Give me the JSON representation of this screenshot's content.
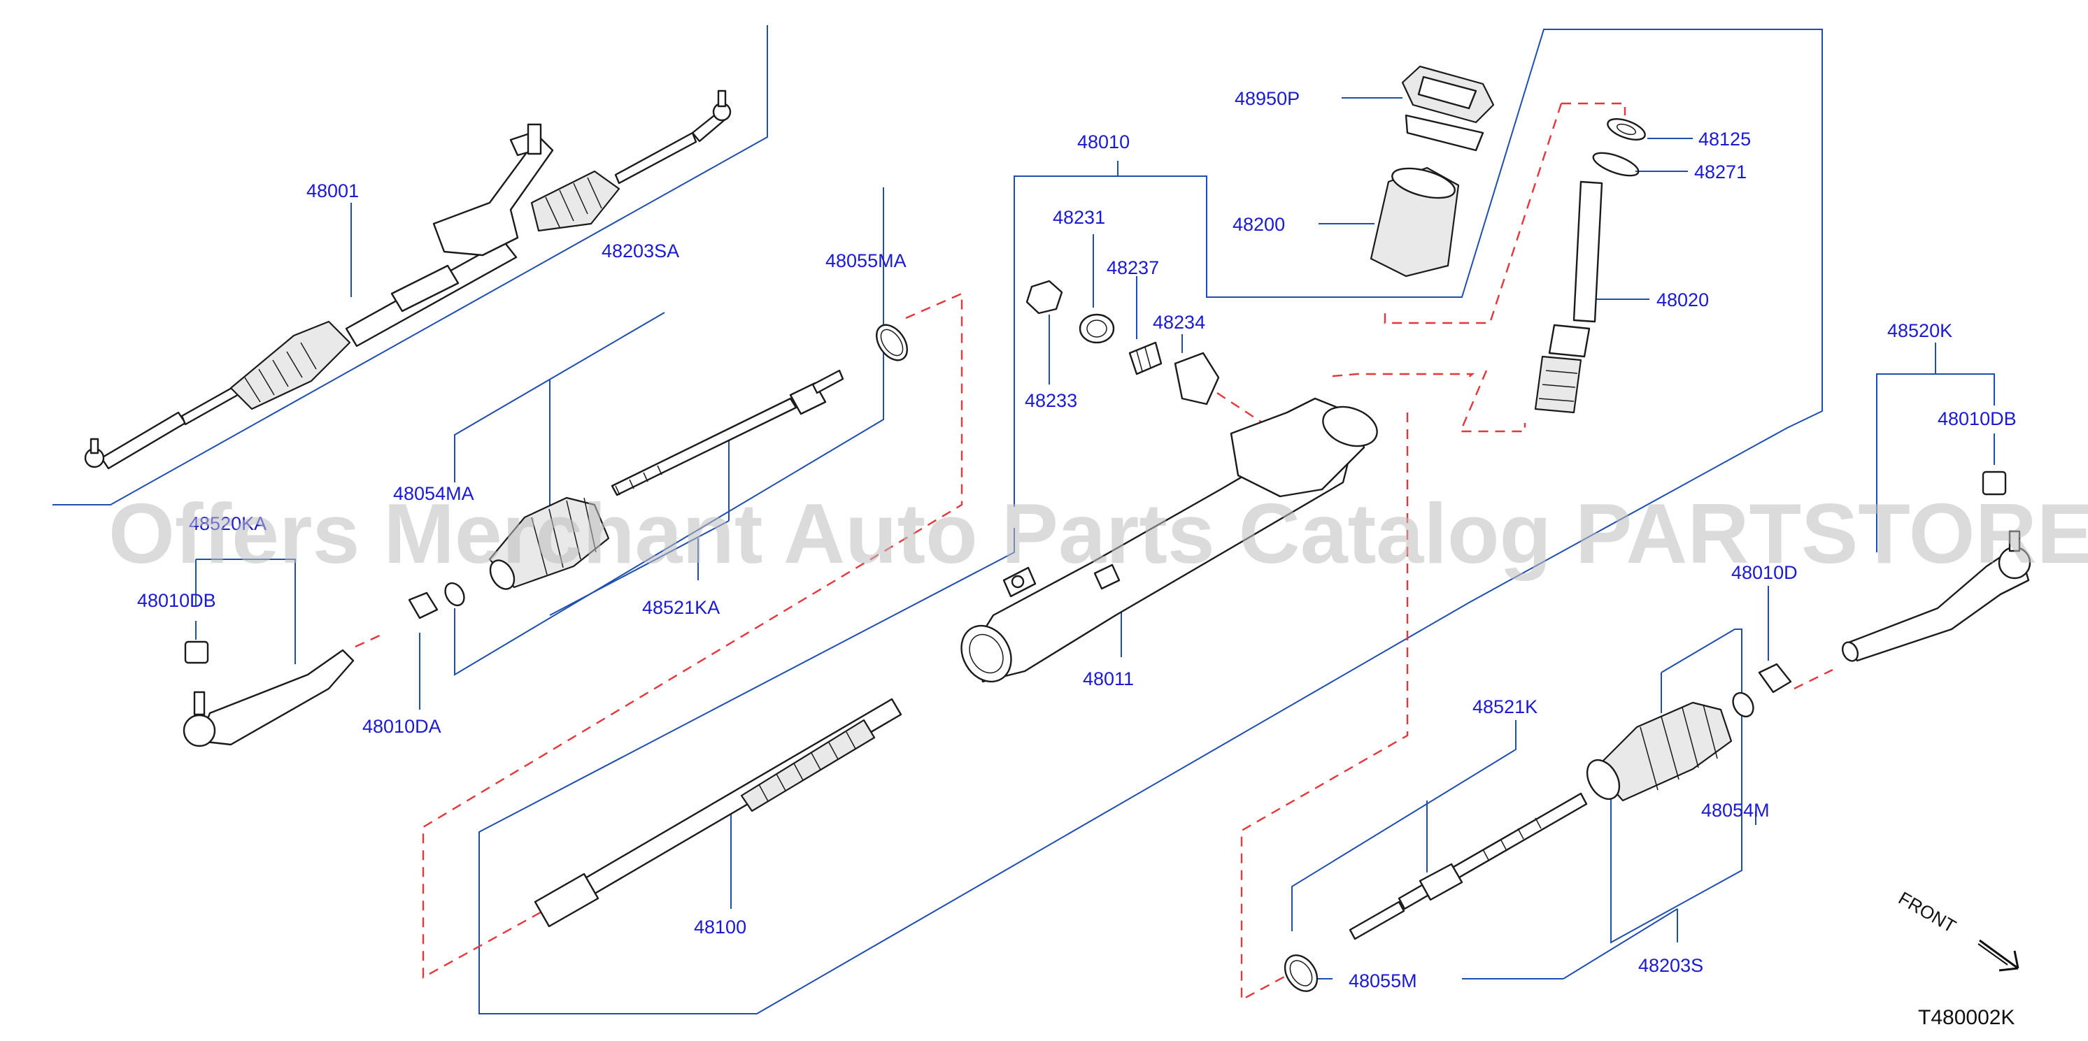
{
  "labels": {
    "p48001": "48001",
    "p48203SA": "48203SA",
    "p48055MA": "48055MA",
    "p48054MA": "48054MA",
    "p48520KA": "48520KA",
    "p48010DB_left": "48010DB",
    "p48010DA": "48010DA",
    "p48521KA": "48521KA",
    "p48100": "48100",
    "p48010": "48010",
    "p48231": "48231",
    "p48237": "48237",
    "p48234": "48234",
    "p48233": "48233",
    "p48011": "48011",
    "p48950P": "48950P",
    "p48200": "48200",
    "p48125": "48125",
    "p48271": "48271",
    "p48020": "48020",
    "p48520K": "48520K",
    "p48010DB_right": "48010DB",
    "p48010D": "48010D",
    "p48521K": "48521K",
    "p48054M": "48054M",
    "p48203S": "48203S",
    "p48055M": "48055M"
  },
  "watermark": "Offers Merchant Auto Parts Catalog PARTSTORE.SA",
  "front_label": "FRONT",
  "diagram_code": "T480002K"
}
